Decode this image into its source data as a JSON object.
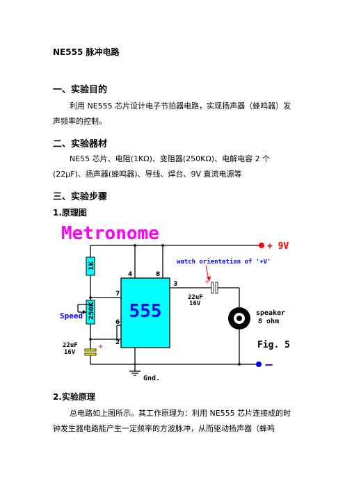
{
  "doc": {
    "title": "NE555 脉冲电路",
    "sec1": {
      "heading": "一、实验目的",
      "text": "利用 NE555 芯片设计电子节拍器电路，实现扬声器（蜂鸣器）发声频率的控制。"
    },
    "sec2": {
      "heading": "二、实验器材",
      "text": "NE55 芯片、电阻(1KΩ)、变阻器(250KΩ)、电解电容 2 个(22μF)、扬声器(蜂鸣器)、导线、焊台、9V 直流电源等"
    },
    "sec3": {
      "heading": "三、实验步骤",
      "sub1": "1.原理图",
      "sub2": "2.实验原理",
      "text": "总电路如上图所示。其工作原理为：利用 NE555 芯片连接成的时钟发生器电路能产生一定频率的方波脉冲，从而驱动扬声器（蜂鸣"
    }
  },
  "schematic": {
    "title": "Metronome",
    "plus9v": "+ 9V",
    "minus": "−",
    "chip": "555",
    "r1": "1K",
    "r2": "250K",
    "speed": "Speed",
    "cap1_value": "22uF",
    "cap1_voltage": "16V",
    "cap2_value": "22uF",
    "cap2_voltage": "16V",
    "pin4": "4",
    "pin8": "8",
    "pin7": "7",
    "pin6": "6",
    "pin2": "2",
    "pin3": "3",
    "plus_sign": "+",
    "watch": "watch orientation of '+V'",
    "speaker": "speaker",
    "ohm": "8 ohm",
    "fig": "Fig. 5",
    "gnd": "Gnd.",
    "colors": {
      "title": "#ff00ff",
      "chip": "#0000ff",
      "chip_fill": "#00ffff",
      "resistor_fill": "#00ffff",
      "cap_fill": "#ffff00",
      "plus_dot": "#ff0000",
      "minus_dot": "#0000ff"
    }
  }
}
